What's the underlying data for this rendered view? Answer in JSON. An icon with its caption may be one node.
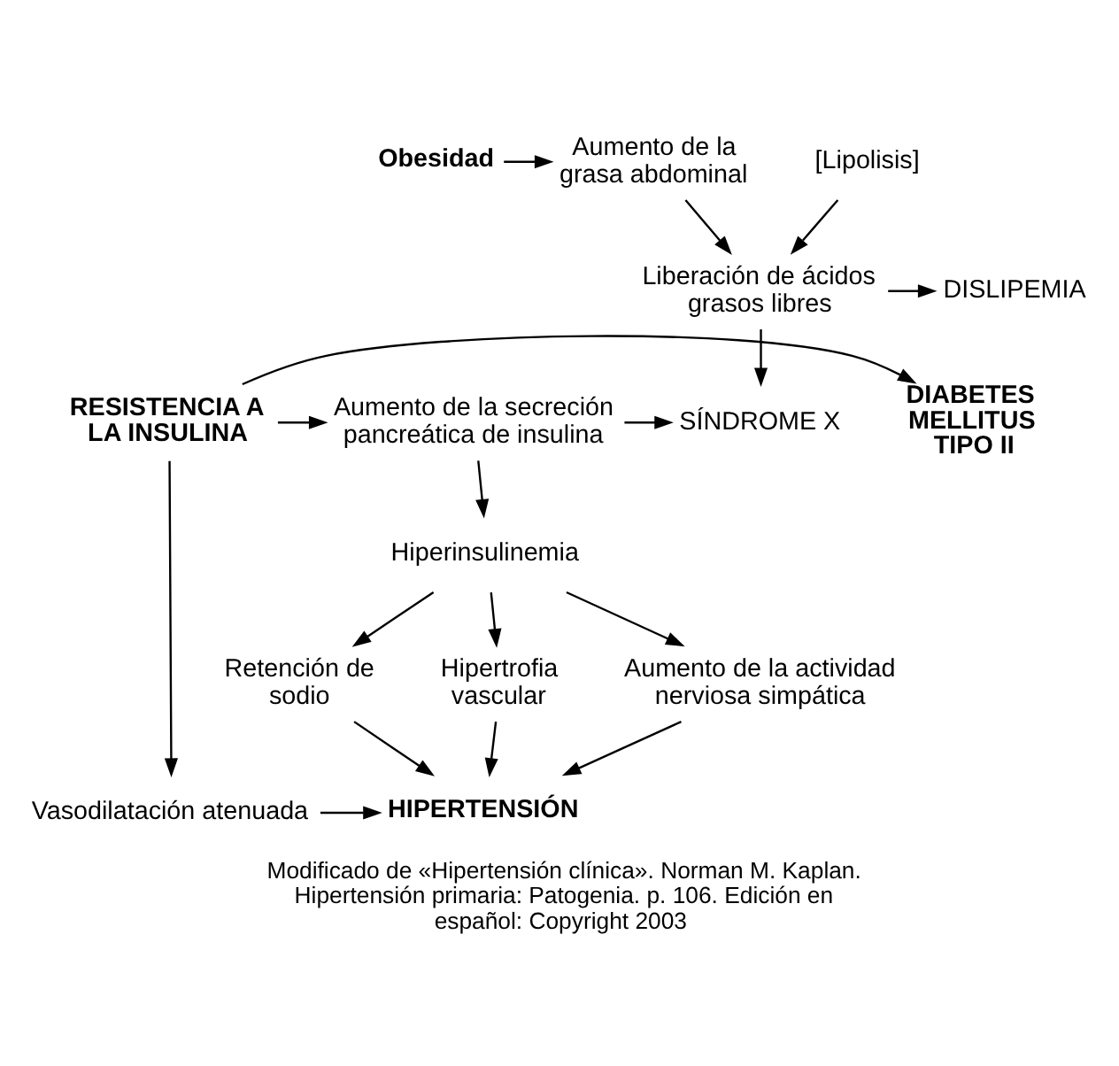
{
  "diagram": {
    "caption": "Modificado de «Hipertensión clínica». Norman M. Kaplan. Hipertensión primaria: Patogenia. p. 106. Edición en español: Copyright 2003",
    "nodes": [
      {
        "text": [
          "Obesidad"
        ]
      },
      {
        "text": [
          "Aumento de la grasa abdominal"
        ]
      },
      {
        "text": [
          "[Lipolisis]"
        ]
      },
      {
        "text": [
          "DISLIPEMIA"
        ]
      },
      {
        "text": [
          "Liberación de ácidos grasos libres"
        ]
      },
      {
        "text": [
          "DIABETES MELLITUS TIPO II"
        ]
      },
      {
        "text": [
          "RESISTENCIA A LA INSULINA"
        ]
      },
      {
        "text": [
          "Aumento de la secreción pancreática de insulina"
        ]
      },
      {
        "text": [
          "SÍNDROME X"
        ]
      },
      {
        "text": [
          "Hiperinsulinemia"
        ]
      },
      {
        "text": [
          "Aumento de la actividad nerviosa simpática"
        ]
      },
      {
        "text": [
          "Retención de sodio"
        ]
      },
      {
        "text": [
          "Hipertrofia vascular"
        ]
      },
      {
        "text": [
          "Vasodilatación atenuada"
        ]
      },
      {
        "text": [
          "HIPERTENSIÓN"
        ]
      }
    ],
    "edges": [
      {
        "from": 0,
        "to": 1,
        "arrow": "to"
      },
      {
        "from": 1,
        "to": 4,
        "arrow": "to"
      },
      {
        "from": 2,
        "to": 4,
        "arrow": "to"
      },
      {
        "from": 4,
        "to": 3,
        "arrow": "to"
      },
      {
        "from": 4,
        "to": 8,
        "arrow": "to"
      },
      {
        "from": 6,
        "to": 5,
        "arrow": "to"
      },
      {
        "from": 6,
        "to": 7,
        "arrow": "to"
      },
      {
        "from": 7,
        "to": 8,
        "arrow": "to"
      },
      {
        "from": 7,
        "to": 9,
        "arrow": "to"
      },
      {
        "from": 9,
        "to": 10,
        "arrow": "to"
      },
      {
        "from": 9,
        "to": 11,
        "arrow": "to"
      },
      {
        "from": 9,
        "to": 12,
        "arrow": "to"
      },
      {
        "from": 10,
        "to": 14,
        "arrow": "to"
      },
      {
        "from": 11,
        "to": 14,
        "arrow": "to"
      },
      {
        "from": 12,
        "to": 14,
        "arrow": "to"
      },
      {
        "from": 6,
        "to": 13,
        "arrow": "to"
      },
      {
        "from": 13,
        "to": 14,
        "arrow": "to"
      }
    ]
  }
}
